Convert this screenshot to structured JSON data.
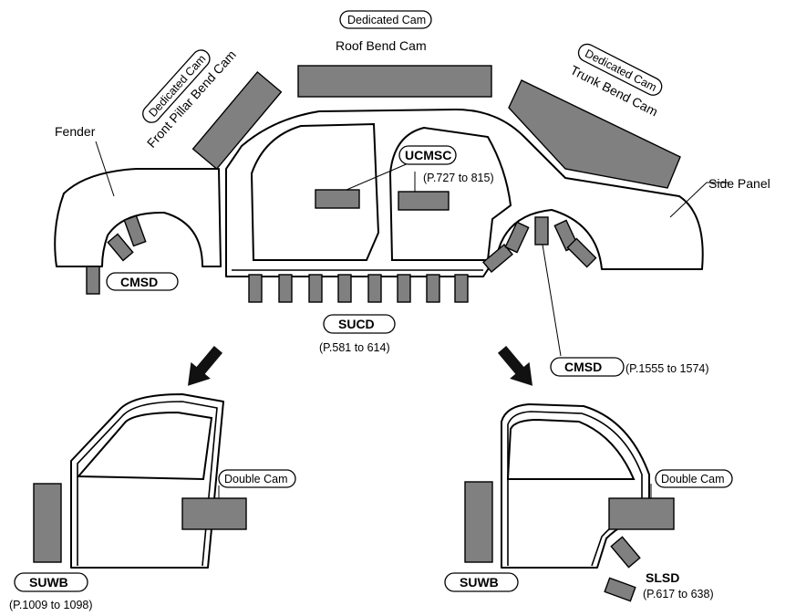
{
  "labels": {
    "fender": "Fender",
    "side_panel": "Side Panel",
    "roof_bend_cam": "Roof Bend Cam",
    "front_pillar_bend_cam": "Front Pillar Bend Cam",
    "trunk_bend_cam": "Trunk Bend Cam",
    "dedicated_cam": "Dedicated Cam",
    "double_cam": "Double Cam",
    "ucmsc": "UCMSC",
    "ucmsc_pages": "(P.727 to 815)",
    "cmsd": "CMSD",
    "cmsd_pages": "(P.1555 to 1574)",
    "sucd": "SUCD",
    "sucd_pages": "(P.581 to 614)",
    "suwb": "SUWB",
    "suwb_pages": "(P.1009 to 1098)",
    "slsd": "SLSD",
    "slsd_pages": "(P.617 to 638)"
  }
}
